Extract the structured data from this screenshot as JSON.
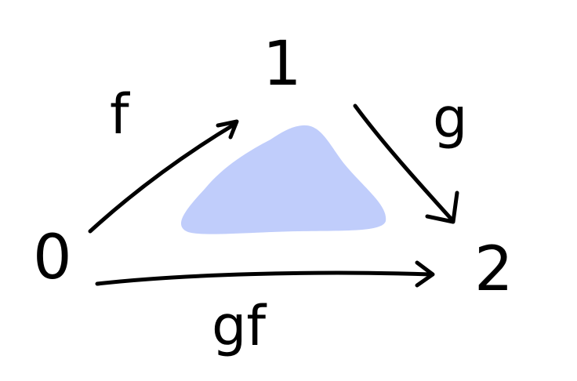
{
  "diagram": {
    "nodes": [
      {
        "id": "0",
        "label": "0"
      },
      {
        "id": "1",
        "label": "1"
      },
      {
        "id": "2",
        "label": "2"
      }
    ],
    "edges": [
      {
        "from": "0",
        "to": "1",
        "label": "f"
      },
      {
        "from": "1",
        "to": "2",
        "label": "g"
      },
      {
        "from": "0",
        "to": "2",
        "label": "gf"
      }
    ],
    "face_color": "#c0cdfb",
    "ink_color": "#000000"
  }
}
